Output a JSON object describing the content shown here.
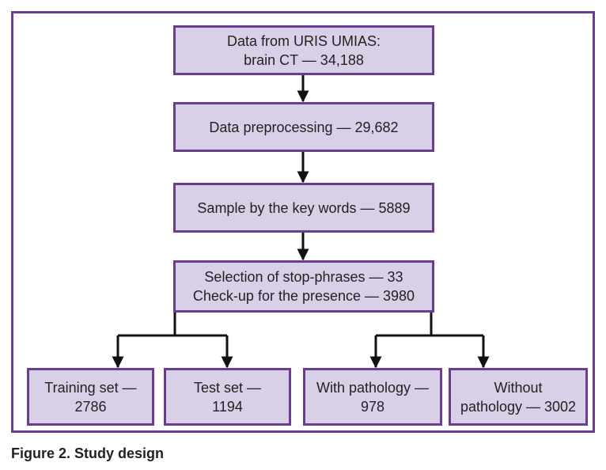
{
  "diagram": {
    "colors": {
      "frame_border": "#6b3d8f",
      "box_fill": "#d8d0e6",
      "box_border": "#6b3d8f",
      "connector": "#111111"
    },
    "boxes": {
      "source": {
        "line1": "Data from URIS UMIAS:",
        "line2": "brain CT — 34,188"
      },
      "preprocess": {
        "line1": "Data preprocessing — 29,682"
      },
      "sample": {
        "line1": "Sample by the key words — 5889"
      },
      "selection": {
        "line1": "Selection of stop-phrases — 33",
        "line2": "Check-up for the presence — 3980"
      },
      "training": {
        "line1": "Training set —",
        "line2": "2786"
      },
      "test": {
        "line1": "Test set —",
        "line2": "1194"
      },
      "pathology": {
        "line1": "With pathology —",
        "line2": "978"
      },
      "without": {
        "line1": "Without",
        "line2": "pathology — 3002"
      }
    }
  },
  "caption": "Figure 2. Study design"
}
